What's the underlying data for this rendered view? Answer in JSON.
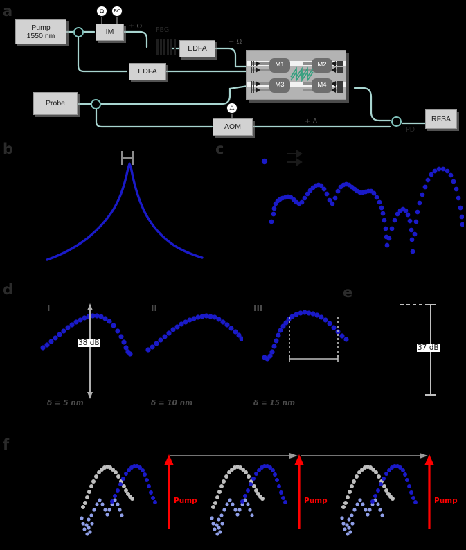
{
  "figure": {
    "panels": [
      "a",
      "b",
      "c",
      "d",
      "e",
      "f"
    ],
    "background": "#000000",
    "accent_blue": "#1a1ac8",
    "accent_teal": "#a8d5d0",
    "accent_red": "#ff0000",
    "accent_gray": "#bfbfbf"
  },
  "panel_a": {
    "letter": "a",
    "boxes": {
      "pump_line1": "Pump",
      "pump_line2": "1550 nm",
      "im": "IM",
      "edfa_top": "EDFA",
      "edfa_bottom": "EDFA",
      "probe": "Probe",
      "aom": "AOM",
      "rfsa": "RFSA"
    },
    "mirrors": [
      "M1",
      "M2",
      "M3",
      "M4"
    ],
    "icons": {
      "omega": "Ω",
      "bc": "BC",
      "delta_tri": "△"
    },
    "labels": {
      "fbg": "FBG",
      "plus_minus_omega": "± Ω",
      "minus_omega": "− Ω",
      "plus_delta": "+ Δ",
      "pd": "PD"
    }
  },
  "panel_b": {
    "letter": "b",
    "marker": "linewidth-bracket"
  },
  "panel_c": {
    "letter": "c",
    "legend": {
      "dot": "data-point",
      "arrow_top": "→",
      "arrow_bottom": "→"
    }
  },
  "panel_d": {
    "letter": "d",
    "subpanels": [
      {
        "roman": "I",
        "delta": "δ = 5 nm",
        "annotation": "38 dB"
      },
      {
        "roman": "II",
        "delta": "δ = 10 nm",
        "annotation": ""
      },
      {
        "roman": "III",
        "delta": "δ = 15 nm",
        "annotation": ""
      }
    ]
  },
  "panel_e": {
    "letter": "e",
    "annotation": "37 dB"
  },
  "panel_f": {
    "letter": "f",
    "pump_labels": [
      "Pump",
      "Pump",
      "Pump"
    ]
  },
  "chart_data": {
    "type": "line",
    "title": "",
    "panels": [
      {
        "id": "b",
        "type": "line",
        "description": "Lorentzian resonance lineshape, single sharp peak",
        "xlabel": "",
        "ylabel": "",
        "xlim": [
          0,
          1
        ],
        "ylim": [
          0,
          1
        ],
        "grid": false,
        "color": "#1a1ac8",
        "x": [
          0.0,
          0.05,
          0.1,
          0.15,
          0.2,
          0.25,
          0.3,
          0.34,
          0.38,
          0.41,
          0.44,
          0.46,
          0.48,
          0.49,
          0.5,
          0.51,
          0.52,
          0.54,
          0.56,
          0.59,
          0.62,
          0.66,
          0.7,
          0.75,
          0.8,
          0.85,
          0.9,
          0.95,
          1.0
        ],
        "y": [
          0.06,
          0.09,
          0.12,
          0.16,
          0.21,
          0.27,
          0.35,
          0.42,
          0.52,
          0.62,
          0.74,
          0.84,
          0.93,
          0.98,
          1.0,
          0.97,
          0.91,
          0.79,
          0.66,
          0.54,
          0.44,
          0.36,
          0.3,
          0.25,
          0.21,
          0.18,
          0.16,
          0.14,
          0.13
        ]
      },
      {
        "id": "c",
        "type": "scatter",
        "description": "Brillouin gain spectrum with multiple side peaks and deep notches",
        "xlabel": "",
        "ylabel": "",
        "xlim": [
          0,
          1
        ],
        "ylim": [
          0,
          1
        ],
        "grid": false,
        "color": "#1a1ac8",
        "x": [
          0.0,
          0.01,
          0.02,
          0.03,
          0.04,
          0.05,
          0.06,
          0.07,
          0.08,
          0.09,
          0.1,
          0.11,
          0.12,
          0.13,
          0.14,
          0.15,
          0.16,
          0.17,
          0.18,
          0.19,
          0.2,
          0.21,
          0.22,
          0.23,
          0.24,
          0.25,
          0.26,
          0.27,
          0.28,
          0.29,
          0.3,
          0.31,
          0.32,
          0.33,
          0.34,
          0.35,
          0.36,
          0.37,
          0.38,
          0.39,
          0.4,
          0.41,
          0.42,
          0.43,
          0.44,
          0.45,
          0.46,
          0.47,
          0.48,
          0.49,
          0.5,
          0.51,
          0.52,
          0.53,
          0.54,
          0.55,
          0.56,
          0.57,
          0.58,
          0.59,
          0.6,
          0.62,
          0.64,
          0.66,
          0.68,
          0.7,
          0.72,
          0.74,
          0.76,
          0.78,
          0.8,
          0.82,
          0.84,
          0.86,
          0.88,
          0.9,
          0.92,
          0.94,
          0.96,
          0.98,
          1.0
        ],
        "y": [
          0.32,
          0.42,
          0.5,
          0.56,
          0.62,
          0.66,
          0.69,
          0.7,
          0.69,
          0.66,
          0.62,
          0.58,
          0.56,
          0.58,
          0.63,
          0.7,
          0.76,
          0.8,
          0.82,
          0.82,
          0.8,
          0.74,
          0.66,
          0.6,
          0.66,
          0.76,
          0.83,
          0.86,
          0.87,
          0.86,
          0.84,
          0.81,
          0.78,
          0.76,
          0.75,
          0.76,
          0.77,
          0.77,
          0.76,
          0.73,
          0.68,
          0.62,
          0.55,
          0.48,
          0.42,
          0.34,
          0.26,
          0.19,
          0.14,
          0.2,
          0.34,
          0.48,
          0.58,
          0.62,
          0.6,
          0.52,
          0.42,
          0.3,
          0.22,
          0.15,
          0.25,
          0.45,
          0.62,
          0.7,
          0.78,
          0.86,
          0.92,
          0.96,
          0.98,
          0.97,
          0.95,
          0.91,
          0.86,
          0.8,
          0.73,
          0.66,
          0.59,
          0.52,
          0.46,
          0.41,
          0.38
        ]
      },
      {
        "id": "d-I",
        "type": "scatter",
        "description": "Single broad gain lobe, delta = 5 nm",
        "roman": "I",
        "delta_nm": 5,
        "suppression_db": 38,
        "color": "#1a1ac8",
        "xlim": [
          0,
          1
        ],
        "ylim": [
          0,
          1
        ],
        "x": [
          0.0,
          0.04,
          0.08,
          0.12,
          0.16,
          0.2,
          0.24,
          0.28,
          0.32,
          0.36,
          0.4,
          0.44,
          0.48,
          0.52,
          0.56,
          0.6,
          0.64,
          0.68,
          0.72,
          0.76,
          0.8,
          0.84,
          0.88,
          0.92,
          0.96,
          1.0
        ],
        "y": [
          0.6,
          0.66,
          0.71,
          0.76,
          0.8,
          0.84,
          0.88,
          0.91,
          0.94,
          0.96,
          0.98,
          0.99,
          0.99,
          0.98,
          0.96,
          0.93,
          0.89,
          0.84,
          0.78,
          0.7,
          0.6,
          0.48,
          0.36,
          0.26,
          0.19,
          0.16
        ]
      },
      {
        "id": "d-II",
        "type": "scatter",
        "description": "Single broad gain lobe, delta = 10 nm",
        "roman": "II",
        "delta_nm": 10,
        "color": "#1a1ac8",
        "xlim": [
          0,
          1
        ],
        "ylim": [
          0,
          1
        ],
        "x": [
          0.0,
          0.04,
          0.08,
          0.12,
          0.16,
          0.2,
          0.24,
          0.28,
          0.32,
          0.36,
          0.4,
          0.44,
          0.48,
          0.52,
          0.56,
          0.6,
          0.64,
          0.68,
          0.72,
          0.76,
          0.8,
          0.84,
          0.88,
          0.92,
          0.96,
          1.0
        ],
        "y": [
          0.5,
          0.58,
          0.65,
          0.71,
          0.77,
          0.82,
          0.86,
          0.9,
          0.93,
          0.95,
          0.97,
          0.98,
          0.99,
          0.99,
          0.98,
          0.97,
          0.95,
          0.93,
          0.9,
          0.87,
          0.83,
          0.78,
          0.73,
          0.68,
          0.63,
          0.58
        ]
      },
      {
        "id": "d-III",
        "type": "scatter",
        "description": "Flat-top gain lobe with sharp lower skirt, delta = 15 nm",
        "roman": "III",
        "delta_nm": 15,
        "color": "#1a1ac8",
        "xlim": [
          0,
          1
        ],
        "ylim": [
          0,
          1
        ],
        "x": [
          0.0,
          0.03,
          0.06,
          0.09,
          0.12,
          0.15,
          0.18,
          0.21,
          0.24,
          0.27,
          0.3,
          0.33,
          0.36,
          0.4,
          0.44,
          0.48,
          0.52,
          0.56,
          0.6,
          0.64,
          0.68,
          0.72,
          0.76,
          0.8,
          0.84,
          0.88,
          0.92,
          0.96,
          1.0
        ],
        "y": [
          0.28,
          0.26,
          0.3,
          0.36,
          0.44,
          0.54,
          0.64,
          0.73,
          0.81,
          0.87,
          0.92,
          0.95,
          0.97,
          0.99,
          1.0,
          0.99,
          0.98,
          0.97,
          0.95,
          0.93,
          0.91,
          0.88,
          0.85,
          0.82,
          0.78,
          0.73,
          0.68,
          0.63,
          0.58
        ]
      },
      {
        "id": "e",
        "type": "annotation",
        "description": "Vertical suppression ruler between dashed reference and baseline",
        "annotation_db": 37
      },
      {
        "id": "f",
        "type": "scatter",
        "description": "Three repeated comb units: gray lobe + blue lobe with sub-peak clusters, each terminated by a red pump arrow",
        "repeat_count": 3,
        "colors": {
          "gray": "#bfbfbf",
          "blue": "#1a1ac8",
          "light_blue": "#8f9fe8",
          "pump": "#ff0000"
        },
        "gray_x": [
          0.0,
          0.04,
          0.08,
          0.12,
          0.16,
          0.2,
          0.24,
          0.28,
          0.32,
          0.36,
          0.4,
          0.44,
          0.48,
          0.52,
          0.56,
          0.6,
          0.64,
          0.68,
          0.72,
          0.76,
          0.8
        ],
        "gray_y": [
          0.28,
          0.36,
          0.46,
          0.58,
          0.7,
          0.82,
          0.9,
          0.96,
          0.99,
          1.0,
          0.98,
          0.94,
          0.88,
          0.8,
          0.72,
          0.64,
          0.58,
          0.54,
          0.52,
          0.53,
          0.56
        ],
        "blue_x": [
          0.0,
          0.04,
          0.08,
          0.12,
          0.16,
          0.2,
          0.24,
          0.28,
          0.32,
          0.36,
          0.4,
          0.44,
          0.48,
          0.52,
          0.56,
          0.6,
          0.64,
          0.68,
          0.72,
          0.76,
          0.8
        ],
        "blue_y": [
          0.4,
          0.5,
          0.6,
          0.7,
          0.8,
          0.88,
          0.94,
          0.98,
          1.0,
          1.0,
          0.98,
          0.95,
          0.9,
          0.84,
          0.77,
          0.69,
          0.6,
          0.52,
          0.45,
          0.4,
          0.37
        ]
      }
    ]
  }
}
